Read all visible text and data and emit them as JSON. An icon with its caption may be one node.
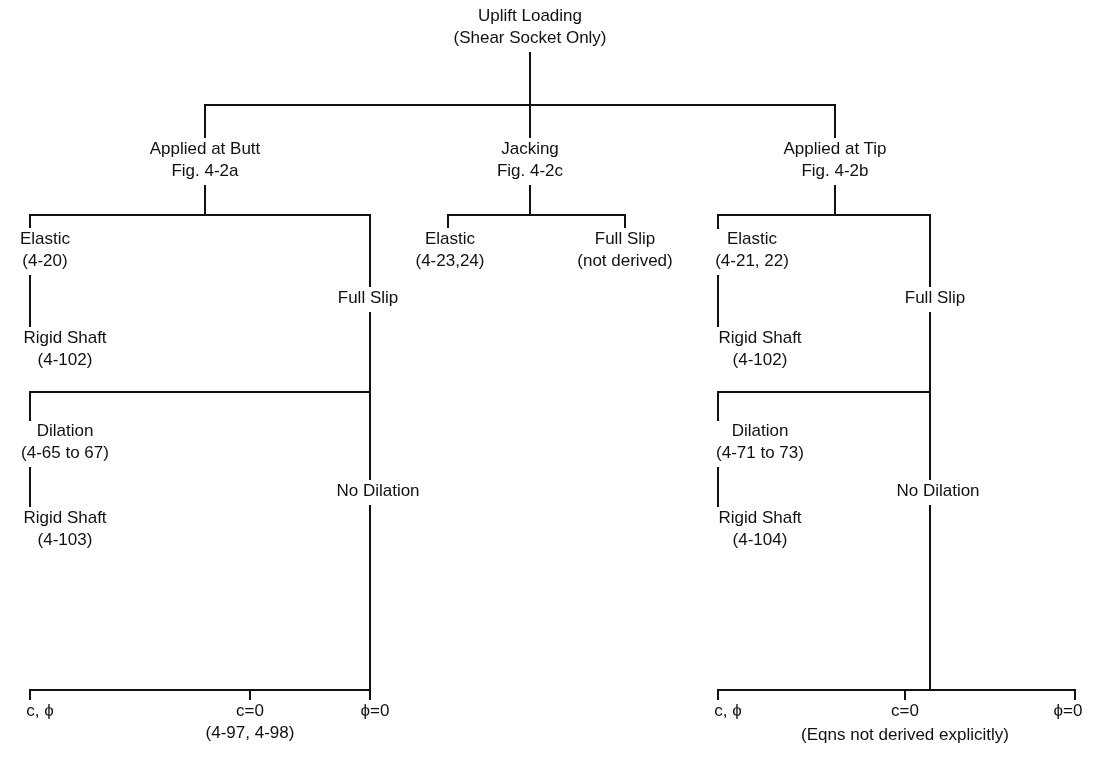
{
  "diagram": {
    "nodes": [
      {
        "text": [
          "Uplift Loading",
          "(Shear Socket Only)"
        ]
      },
      {
        "text": [
          "Applied at Butt",
          "Fig. 4-2a"
        ]
      },
      {
        "text": [
          "Jacking",
          "Fig. 4-2c"
        ]
      },
      {
        "text": [
          "Applied at Tip",
          "Fig. 4-2b"
        ]
      },
      {
        "text": [
          "Elastic",
          "(4-20)"
        ]
      },
      {
        "text": [
          "Full Slip"
        ]
      },
      {
        "text": [
          "Rigid Shaft",
          "(4-102)"
        ]
      },
      {
        "text": [
          "Dilation",
          "(4-65 to 67)"
        ]
      },
      {
        "text": [
          "No Dilation"
        ]
      },
      {
        "text": [
          "Rigid Shaft",
          "(4-103)"
        ]
      },
      {
        "text": [
          "c, ϕ"
        ]
      },
      {
        "text": [
          "c=0",
          "(4-97, 4-98)"
        ]
      },
      {
        "text": [
          "ϕ=0"
        ]
      },
      {
        "text": [
          "Elastic",
          "(4-23,24)"
        ]
      },
      {
        "text": [
          "Full Slip",
          "(not derived)"
        ]
      },
      {
        "text": [
          "Elastic",
          "(4-21, 22)"
        ]
      },
      {
        "text": [
          "Full Slip"
        ]
      },
      {
        "text": [
          "Rigid Shaft",
          "(4-102)"
        ]
      },
      {
        "text": [
          "Dilation",
          "(4-71 to 73)"
        ]
      },
      {
        "text": [
          "No Dilation"
        ]
      },
      {
        "text": [
          "Rigid Shaft",
          "(4-104)"
        ]
      },
      {
        "text": [
          "c, ϕ"
        ]
      },
      {
        "text": [
          "c=0"
        ]
      },
      {
        "text": [
          "ϕ=0"
        ]
      }
    ],
    "edges": [
      {
        "from": 0,
        "to": 1,
        "arrow": "none"
      },
      {
        "from": 0,
        "to": 2,
        "arrow": "none"
      },
      {
        "from": 0,
        "to": 3,
        "arrow": "none"
      },
      {
        "from": 1,
        "to": 4,
        "arrow": "none"
      },
      {
        "from": 1,
        "to": 5,
        "arrow": "none"
      },
      {
        "from": 4,
        "to": 6,
        "arrow": "none"
      },
      {
        "from": 5,
        "to": 7,
        "arrow": "none"
      },
      {
        "from": 5,
        "to": 8,
        "arrow": "none"
      },
      {
        "from": 7,
        "to": 9,
        "arrow": "none"
      },
      {
        "from": 8,
        "to": 10,
        "arrow": "none"
      },
      {
        "from": 8,
        "to": 11,
        "arrow": "none"
      },
      {
        "from": 8,
        "to": 12,
        "arrow": "none"
      },
      {
        "from": 2,
        "to": 13,
        "arrow": "none"
      },
      {
        "from": 2,
        "to": 14,
        "arrow": "none"
      },
      {
        "from": 3,
        "to": 15,
        "arrow": "none"
      },
      {
        "from": 3,
        "to": 16,
        "arrow": "none"
      },
      {
        "from": 15,
        "to": 17,
        "arrow": "none"
      },
      {
        "from": 16,
        "to": 18,
        "arrow": "none"
      },
      {
        "from": 16,
        "to": 19,
        "arrow": "none"
      },
      {
        "from": 18,
        "to": 20,
        "arrow": "none"
      },
      {
        "from": 19,
        "to": 21,
        "arrow": "none"
      },
      {
        "from": 19,
        "to": 22,
        "arrow": "none"
      },
      {
        "from": 19,
        "to": 23,
        "arrow": "none"
      }
    ],
    "labels": [
      "(Eqns not derived explicitly)"
    ]
  }
}
